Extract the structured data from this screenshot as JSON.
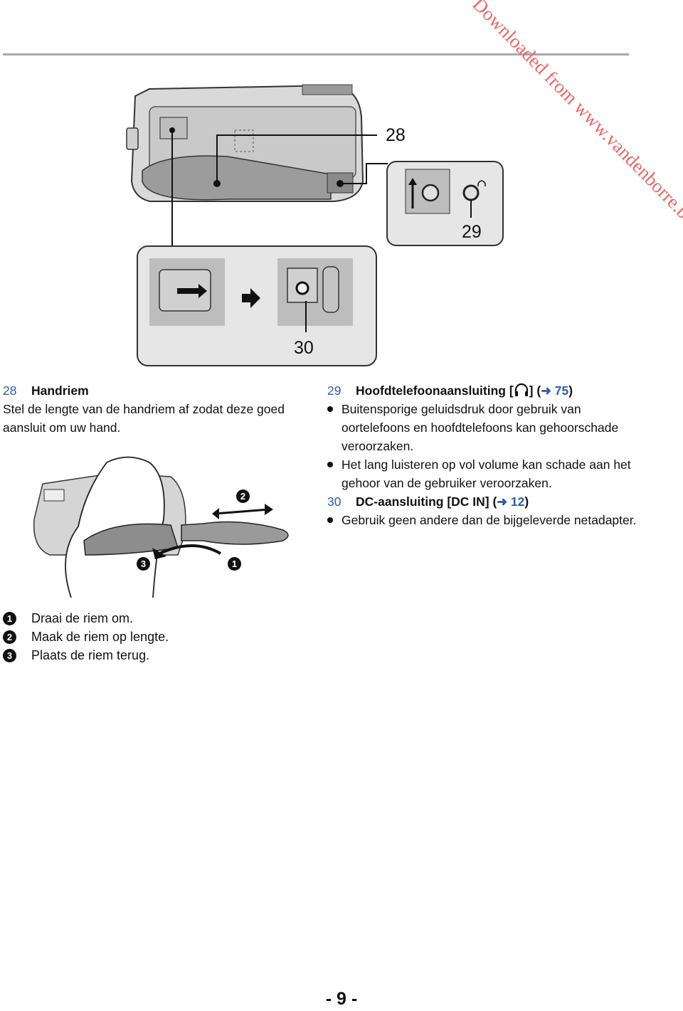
{
  "watermark": "Downloaded from www.vandenborre.be",
  "callouts": {
    "c28": "28",
    "c29": "29",
    "c30": "30"
  },
  "section28": {
    "number": "28",
    "title": "Handriem",
    "body": "Stel de lengte van de handriem af zodat deze goed aansluit om uw hand."
  },
  "section29": {
    "number": "29",
    "title_pre": "Hoofdtelefoonaansluiting [",
    "title_post": "] (",
    "ref_arrow": "➜",
    "ref_page": "75",
    "ref_close": ")",
    "bullets": [
      "Buitensporige geluidsdruk door gebruik van oortelefoons en hoofdtelefoons kan gehoorschade veroorzaken.",
      "Het lang luisteren op vol volume kan schade aan het gehoor van de gebruiker veroorzaken."
    ]
  },
  "section30": {
    "number": "30",
    "title_pre": "DC-aansluiting [DC IN] (",
    "ref_arrow": "➜",
    "ref_page": "12",
    "ref_close": ")",
    "bullets": [
      "Gebruik geen andere dan de bijgeleverde netadapter."
    ]
  },
  "strap_figure": {
    "m1": "1",
    "m2": "2",
    "m3": "3"
  },
  "steps": [
    {
      "marker": "1",
      "text": "Draai de riem om."
    },
    {
      "marker": "2",
      "text": "Maak de riem op lengte."
    },
    {
      "marker": "3",
      "text": "Plaats de riem terug."
    }
  ],
  "page_number": "- 9 -",
  "colors": {
    "accent": "#2b5ea8",
    "watermark": "#e06a6a",
    "panel": "#e6e6e6"
  }
}
